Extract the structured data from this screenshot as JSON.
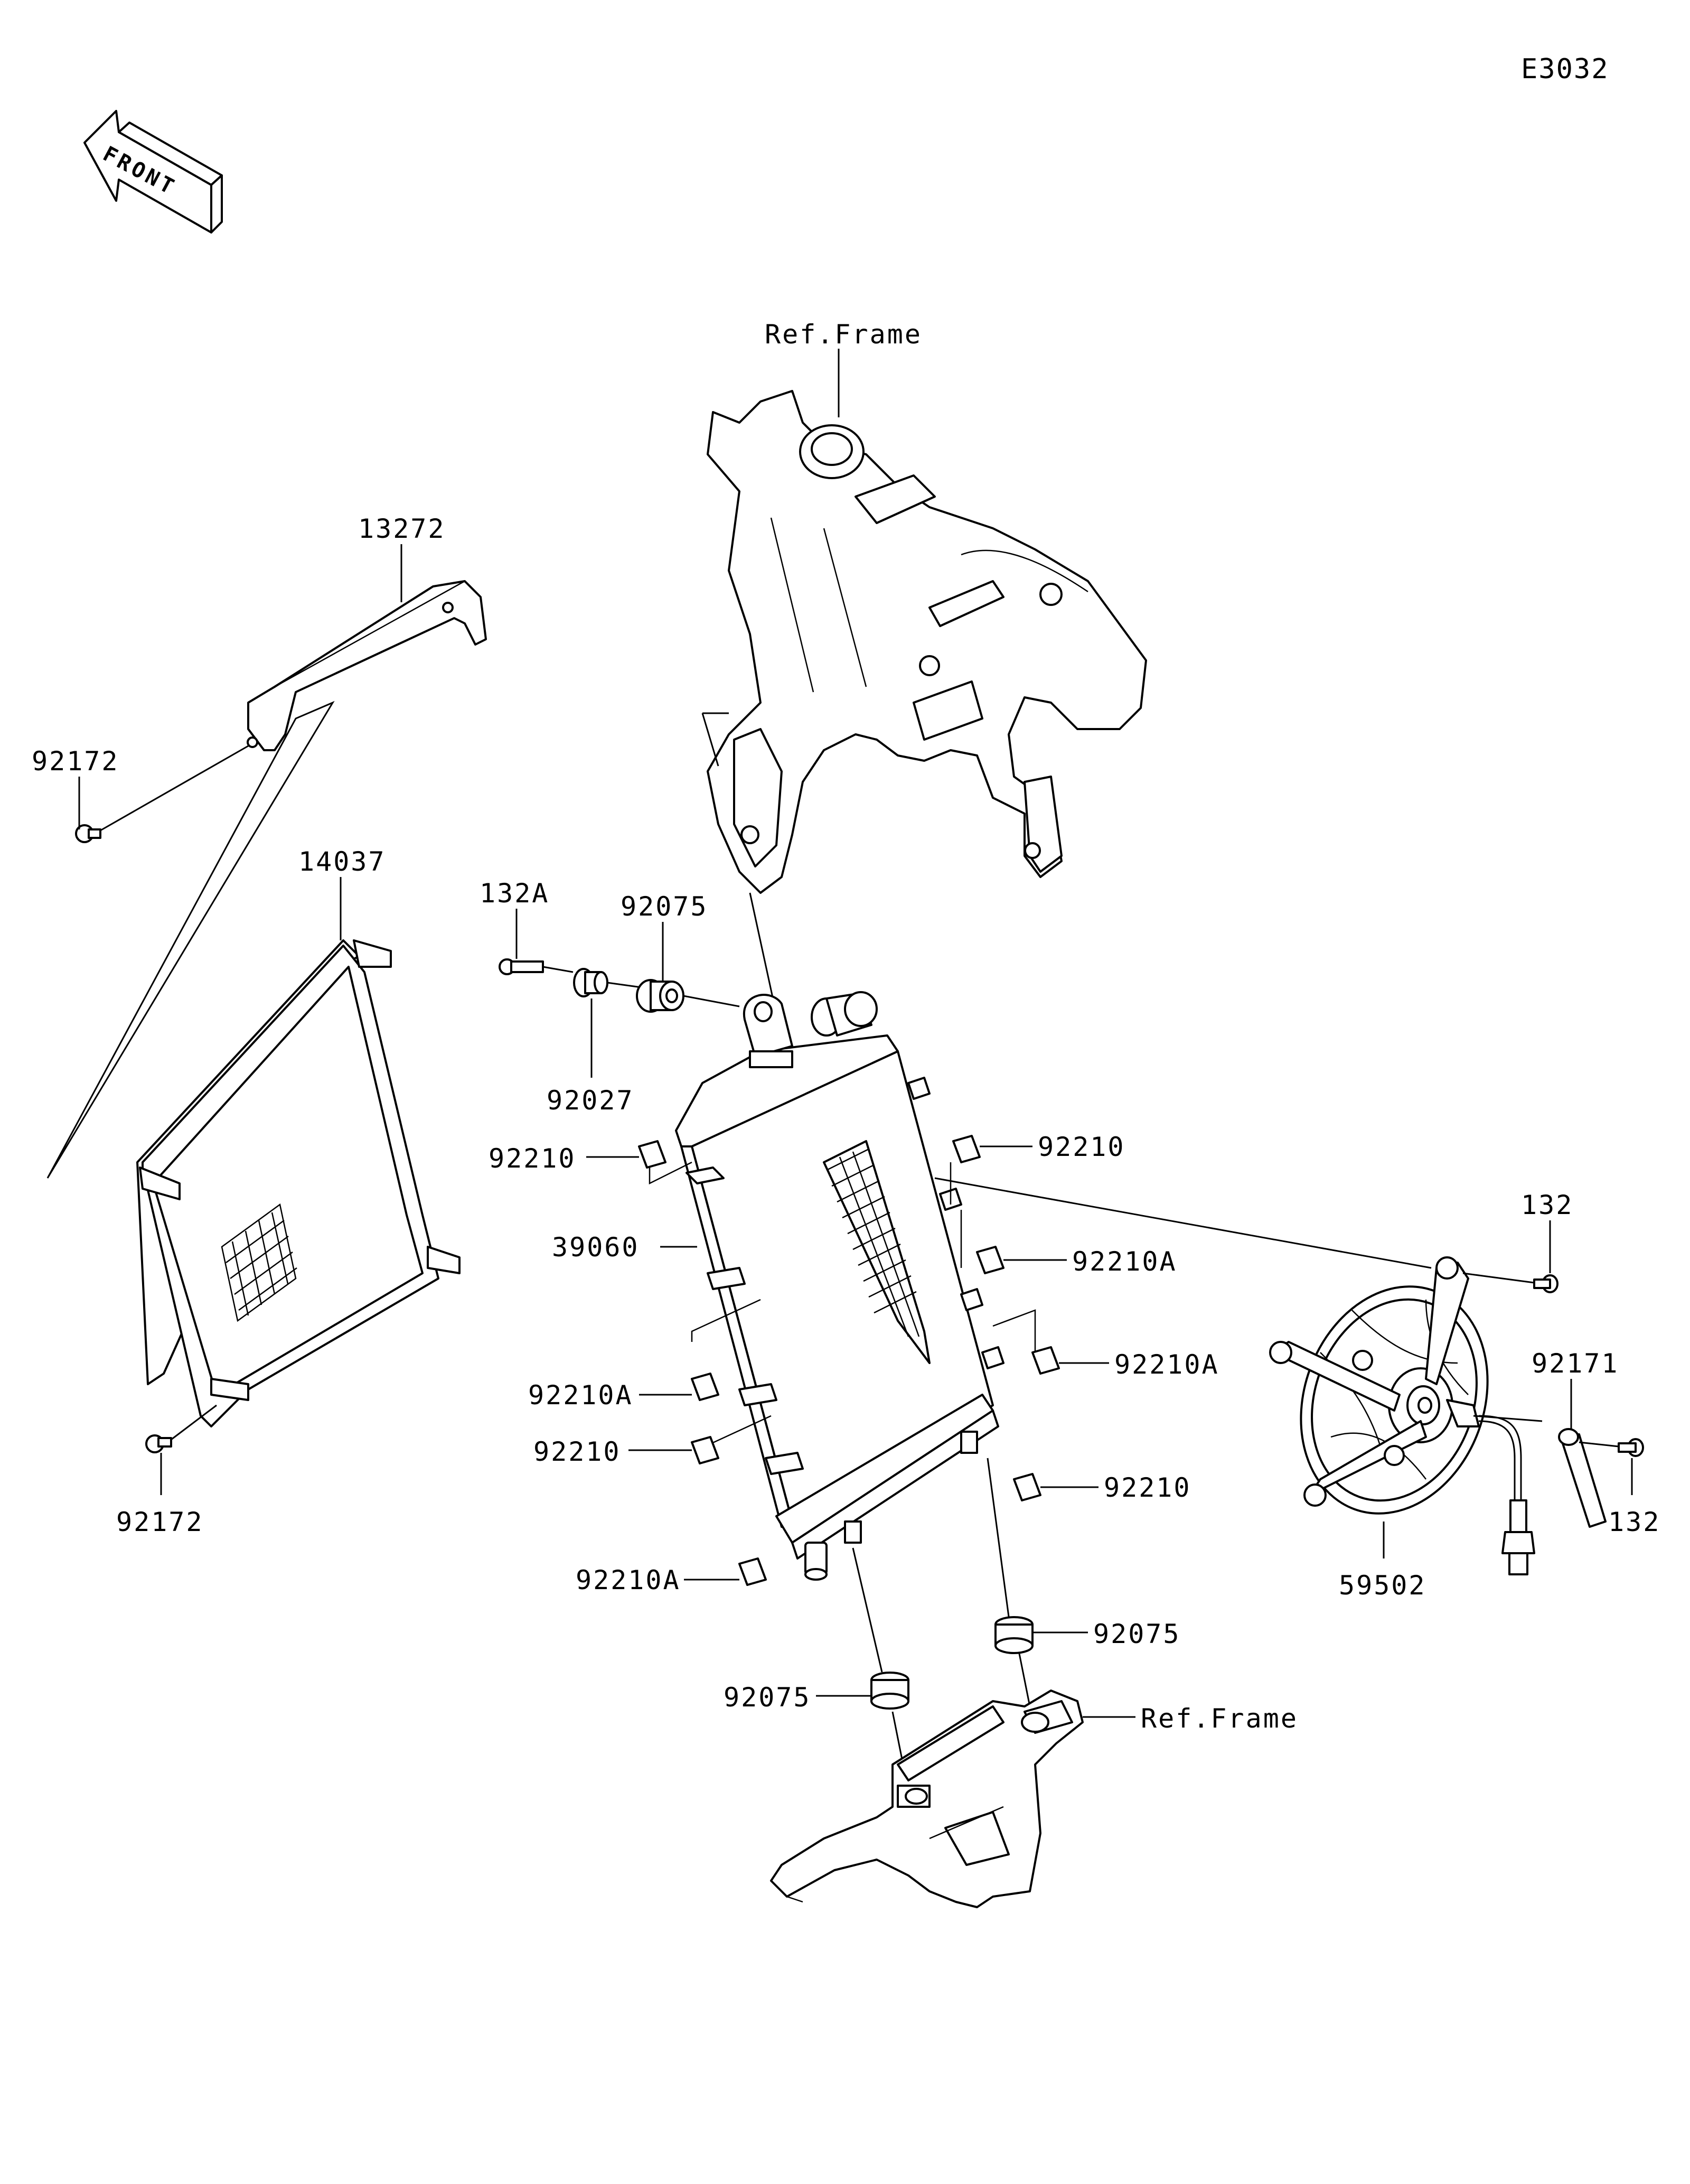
{
  "diagram": {
    "code": "E3032",
    "front_label": "FRONT",
    "ref_top": "Ref.Frame",
    "ref_bottom": "Ref.Frame",
    "parts": {
      "p13272": "13272",
      "p92172_top": "92172",
      "p14037": "14037",
      "p92172_bottom": "92172",
      "p132A": "132A",
      "p92075_top": "92075",
      "p92027": "92027",
      "p92210_l1": "92210",
      "p92210_r1": "92210",
      "p39060": "39060",
      "p92210A_r1": "92210A",
      "p92210A_r2": "92210A",
      "p92210A_l1": "92210A",
      "p92210_l2": "92210",
      "p92210_r2": "92210",
      "p92210A_l2": "92210A",
      "p92075_r": "92075",
      "p92075_l": "92075",
      "p132_top": "132",
      "p92171": "92171",
      "p132_bottom": "132",
      "p59502": "59502"
    }
  }
}
